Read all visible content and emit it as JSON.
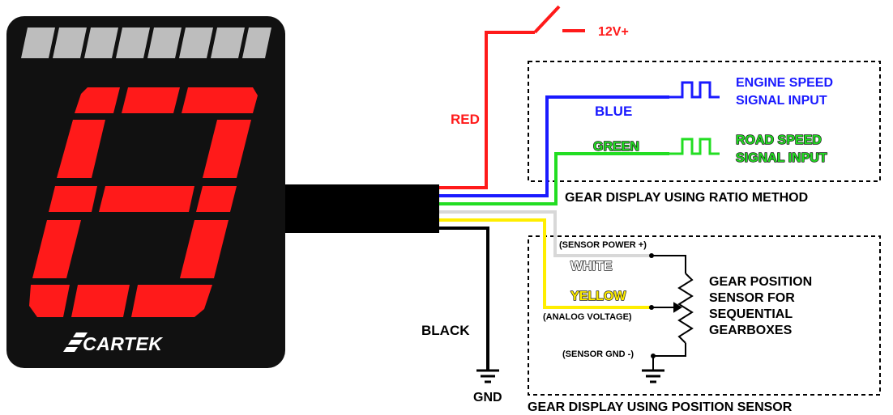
{
  "device": {
    "brand": "CARTEK",
    "digit_color": "#ff1a1a",
    "top_led_color": "#bdbdbd",
    "body_color": "#111111"
  },
  "wires": {
    "red": {
      "label": "RED",
      "color": "#ff1a1a"
    },
    "blue": {
      "label": "BLUE",
      "color": "#1a1aff"
    },
    "green": {
      "label": "GREEN",
      "color": "#22dd22"
    },
    "white": {
      "label": "WHITE",
      "color": "#d8d8d8"
    },
    "yellow": {
      "label": "YELLOW",
      "color": "#ffee00"
    },
    "black": {
      "label": "BLACK",
      "color": "#000000"
    }
  },
  "power": {
    "label": "12V+"
  },
  "ground": {
    "label": "GND"
  },
  "ratio_box": {
    "engine_signal": [
      "ENGINE SPEED",
      "SIGNAL INPUT"
    ],
    "road_signal": [
      "ROAD SPEED",
      "SIGNAL INPUT"
    ],
    "caption": "GEAR DISPLAY USING RATIO METHOD"
  },
  "sensor_box": {
    "power_note": "(SENSOR POWER +)",
    "analog_note": "(ANALOG VOLTAGE)",
    "gnd_note": "(SENSOR GND -)",
    "sensor_label": [
      "GEAR POSITION",
      "SENSOR FOR",
      "SEQUENTIAL",
      "GEARBOXES"
    ],
    "caption": "GEAR DISPLAY USING POSITION SENSOR"
  }
}
